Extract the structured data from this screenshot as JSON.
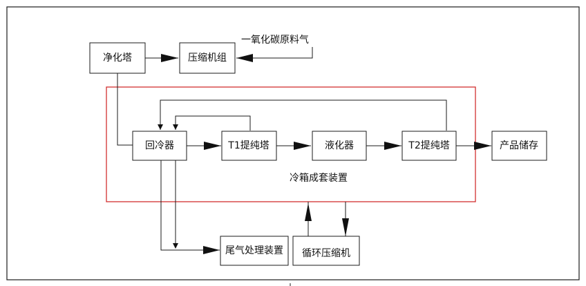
{
  "diagram": {
    "nodes": {
      "purifier": "净化塔",
      "compressor_set": "压缩机组",
      "co_feed_gas": "一氧化碳原料气",
      "recooler": "回冷器",
      "t1_column": "T1提纯塔",
      "liquefier": "液化器",
      "t2_column": "T2提纯塔",
      "product_storage": "产品储存",
      "cold_box_unit": "冷箱成套装置",
      "tail_gas_treatment": "尾气处理装置",
      "recycle_compressor": "循环压缩机"
    },
    "edges": [
      {
        "from": "purifier",
        "to": "compressor_set"
      },
      {
        "from": "co_feed_gas",
        "to": "compressor_set"
      },
      {
        "from": "purifier",
        "to": "recooler"
      },
      {
        "from": "recooler",
        "to": "t1_column"
      },
      {
        "from": "t1_column",
        "to": "liquefier"
      },
      {
        "from": "liquefier",
        "to": "t2_column"
      },
      {
        "from": "t2_column",
        "to": "product_storage"
      },
      {
        "from": "t1_column",
        "to": "recooler"
      },
      {
        "from": "t2_column",
        "to": "recooler"
      },
      {
        "from": "recooler",
        "to": "tail_gas_treatment"
      },
      {
        "from": "recycle_compressor",
        "to": "cold_box_unit"
      },
      {
        "from": "cold_box_unit",
        "to": "recycle_compressor"
      }
    ],
    "colors": {
      "line": "#1a1a1a",
      "cold_box_border": "#d32f2f",
      "background": "#ffffff"
    }
  }
}
